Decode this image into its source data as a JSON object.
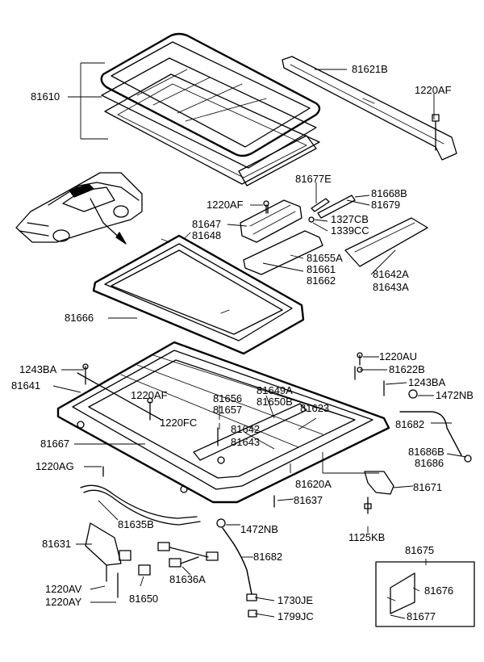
{
  "labels": {
    "p81610": "81610",
    "p81621B": "81621B",
    "p1220AF_a": "1220AF",
    "p81677E": "81677E",
    "p1220AF_b": "1220AF",
    "p81668B": "81668B",
    "p81679": "81679",
    "p81647": "81647",
    "p81648": "81648",
    "p1327CB": "1327CB",
    "p1339CC": "1339CC",
    "p81655A": "81655A",
    "p81661": "81661",
    "p81662": "81662",
    "p81642A": "81642A",
    "p81643A": "81643A",
    "p81666": "81666",
    "p1243BA_a": "1243BA",
    "p81641": "81641",
    "p1220AU": "1220AU",
    "p81622B": "81622B",
    "p1243BA_b": "1243BA",
    "p1472NB_a": "1472NB",
    "p81649A": "81649A",
    "p81650B": "81650B",
    "p81656": "81656",
    "p81657": "81657",
    "p1220AF_c": "1220AF",
    "p81623": "81623",
    "p1220FC": "1220FC",
    "p81642": "81642",
    "p81643": "81643",
    "p81682_a": "81682",
    "p81686B": "81686B",
    "p81686": "81686",
    "p81667": "81667",
    "p1220AG": "1220AG",
    "p81620A": "81620A",
    "p81671": "81671",
    "p81637": "81637",
    "p81635B": "81635B",
    "p1472NB_b": "1472NB",
    "p1125KB": "1125KB",
    "p81631": "81631",
    "p81682_b": "81682",
    "p81675": "81675",
    "p81636A": "81636A",
    "p81676": "81676",
    "p1220AV": "1220AV",
    "p1220AY": "1220AY",
    "p81650": "81650",
    "p1730JE": "1730JE",
    "p1799JC": "1799JC",
    "p81677": "81677"
  }
}
